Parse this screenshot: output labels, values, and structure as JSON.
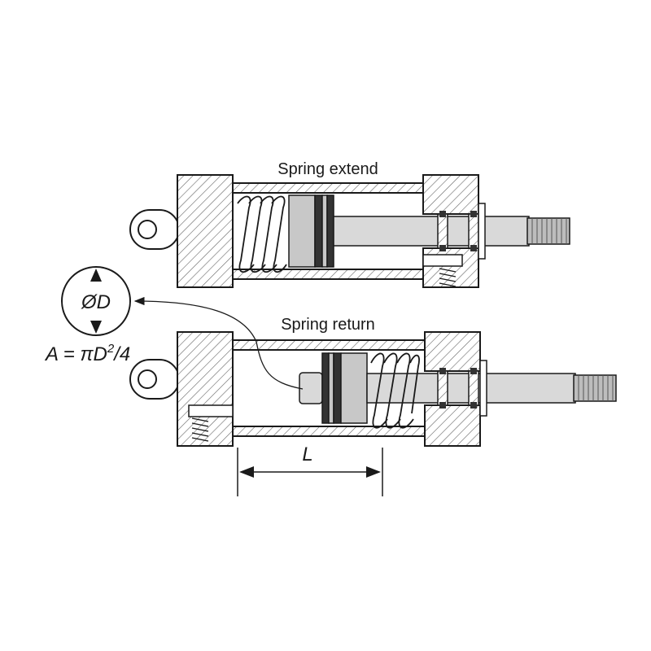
{
  "labels": {
    "top_title": "Spring extend",
    "bottom_title": "Spring return",
    "diameter": "ØD",
    "area_formula_prefix": "A = πD",
    "area_formula_exp": "2",
    "area_formula_suffix": "/4",
    "stroke_length": "L"
  },
  "colors": {
    "line": "#1a1a1a",
    "hatch": "#555555",
    "rod": "#d9d9d9",
    "piston_light": "#c8c8c8",
    "piston_dark": "#333333",
    "thread": "#bdbdbd"
  }
}
